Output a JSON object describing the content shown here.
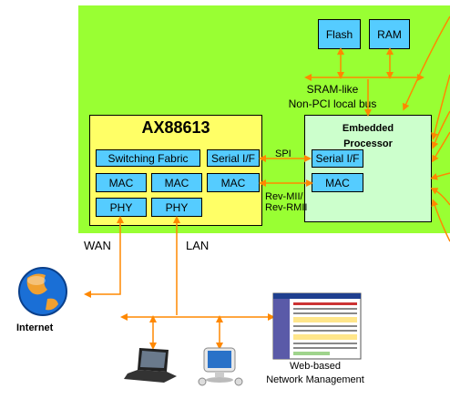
{
  "memory": {
    "flash": "Flash",
    "ram": "RAM"
  },
  "bus": {
    "line1": "SRAM-like",
    "line2": "Non-PCI local bus"
  },
  "ax88613": {
    "title": "AX88613",
    "switching_fabric": "Switching Fabric",
    "serial_if": "Serial I/F",
    "mac": "MAC",
    "phy": "PHY"
  },
  "processor": {
    "title_line1": "Embedded",
    "title_line2": "Processor",
    "serial_if": "Serial I/F",
    "mac": "MAC"
  },
  "links": {
    "spi": "SPI",
    "rev_mii": "Rev-MII/",
    "rev_rmii": "Rev-RMII"
  },
  "network": {
    "wan": "WAN",
    "lan": "LAN",
    "internet": "Internet",
    "web_mgmt_line1": "Web-based",
    "web_mgmt_line2": "Network Management"
  },
  "colors": {
    "board": "#99ff33",
    "chip_ax": "#ffff66",
    "chip_processor": "#ccffcc",
    "block": "#55ccff",
    "wire": "#ff8800"
  }
}
